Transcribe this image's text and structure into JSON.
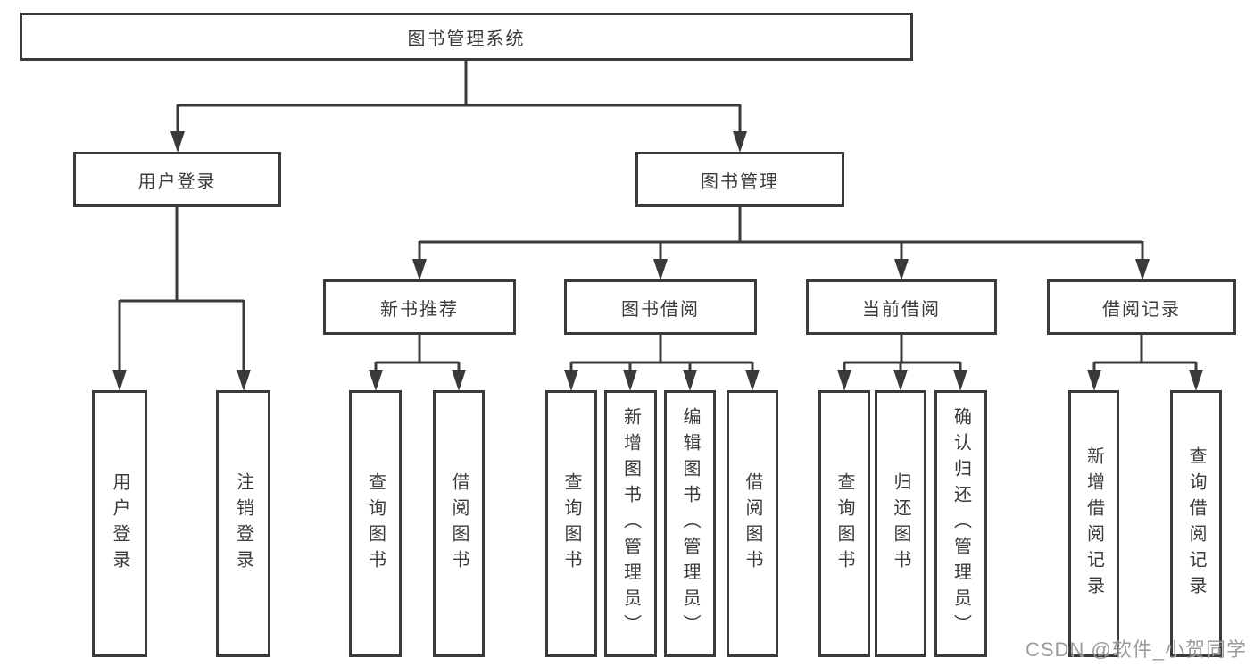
{
  "colors": {
    "line": "#3a3a3a",
    "text": "#3b3b3b",
    "box_background": "#ffffff",
    "watermark_gray": "#808080"
  },
  "watermark": "CSDN @软件_小贺同学",
  "tree": {
    "root": {
      "label": "图书管理系统"
    },
    "login": {
      "label": "用户登录",
      "children": [
        {
          "label": "用户登录"
        },
        {
          "label": "注销登录"
        }
      ]
    },
    "management": {
      "label": "图书管理"
    },
    "newbook": {
      "label": "新书推荐",
      "children": [
        {
          "label": "查询图书"
        },
        {
          "label": "借阅图书"
        }
      ]
    },
    "borrow": {
      "label": "图书借阅",
      "children": [
        {
          "label": "查询图书"
        },
        {
          "label": "新增图书（管理员）"
        },
        {
          "label": "编辑图书（管理员）"
        },
        {
          "label": "借阅图书"
        }
      ]
    },
    "current": {
      "label": "当前借阅",
      "children": [
        {
          "label": "查询图书"
        },
        {
          "label": "归还图书"
        },
        {
          "label": "确认归还（管理员）"
        }
      ]
    },
    "records": {
      "label": "借阅记录",
      "children": [
        {
          "label": "新增借阅记录"
        },
        {
          "label": "查询借阅记录"
        }
      ]
    }
  }
}
